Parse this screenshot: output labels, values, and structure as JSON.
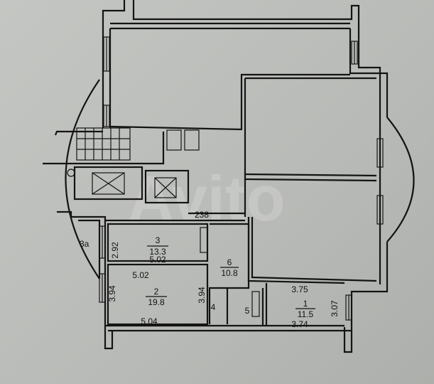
{
  "plan": {
    "rooms": [
      {
        "id": "room-3",
        "number": "3",
        "area": "13.3"
      },
      {
        "id": "room-2",
        "number": "2",
        "area": "19.8"
      },
      {
        "id": "room-6",
        "number": "6",
        "area": "10.8"
      },
      {
        "id": "room-1",
        "number": "1",
        "area": "11.5"
      },
      {
        "id": "room-4",
        "number": "4"
      },
      {
        "id": "room-5",
        "number": "5"
      },
      {
        "id": "room-3a",
        "number": "3а"
      }
    ],
    "dimensions": {
      "room3_height": "2.92",
      "room3_width": "5.02",
      "room2_top_width": "5.02",
      "room2_left_height": "3.94",
      "room2_right_height": "3.94",
      "room2_bottom_width": "5.04",
      "room1_top_width": "3.75",
      "room1_height": "3.07",
      "room1_bottom_width": "3.74",
      "corridor": "238"
    }
  },
  "watermark": "Avito"
}
